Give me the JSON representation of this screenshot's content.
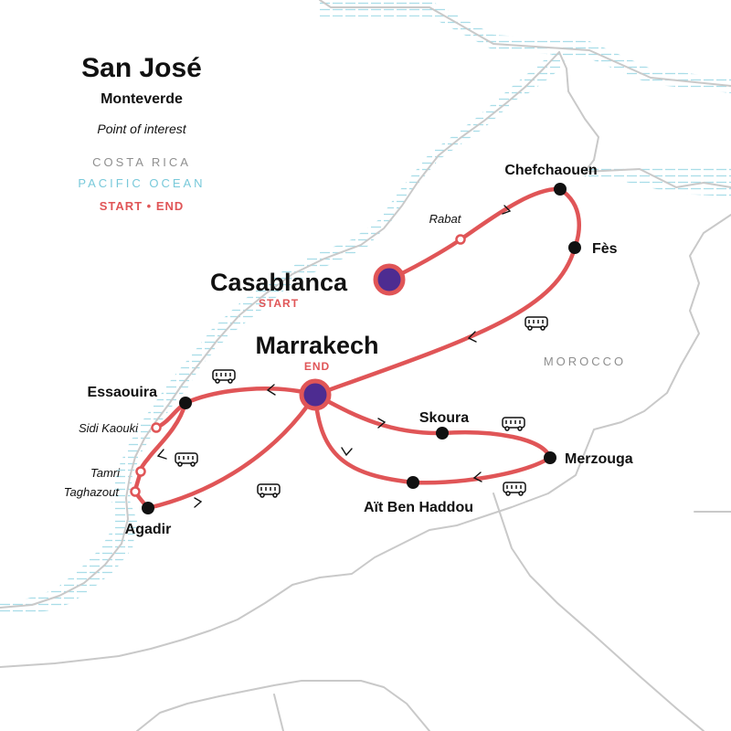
{
  "legend": {
    "title": "San José",
    "subtitle": "Monteverde",
    "poi": "Point of interest",
    "country": "COSTA RICA",
    "ocean": "PACIFIC OCEAN",
    "start_end": "START • END"
  },
  "colors": {
    "route": "#e05557",
    "major_stop": "#4d2c91",
    "stop": "#111111",
    "land_border": "#c9c9c9",
    "water_hatch": "#a9dde8",
    "text": "#111111"
  },
  "region_labels": {
    "morocco": "MOROCCO"
  },
  "major_stops": [
    {
      "id": "casablanca",
      "name": "Casablanca",
      "tag": "START"
    },
    {
      "id": "marrakech",
      "name": "Marrakech",
      "tag": "END"
    }
  ],
  "stops": [
    {
      "id": "chefchaouen",
      "name": "Chefchaouen"
    },
    {
      "id": "fes",
      "name": "Fès"
    },
    {
      "id": "essaouira",
      "name": "Essaouira"
    },
    {
      "id": "skoura",
      "name": "Skoura"
    },
    {
      "id": "merzouga",
      "name": "Merzouga"
    },
    {
      "id": "ait-ben-haddou",
      "name": "Aït Ben Haddou"
    },
    {
      "id": "agadir",
      "name": "Agadir"
    }
  ],
  "points_of_interest": [
    {
      "id": "rabat",
      "name": "Rabat"
    },
    {
      "id": "sidi-kaouki",
      "name": "Sidi Kaouki"
    },
    {
      "id": "tamri",
      "name": "Tamri"
    },
    {
      "id": "taghazout",
      "name": "Taghazout"
    }
  ],
  "transport_icons": [
    "bus-icon",
    "bus-icon",
    "bus-icon",
    "bus-icon",
    "bus-icon",
    "bus-icon"
  ]
}
